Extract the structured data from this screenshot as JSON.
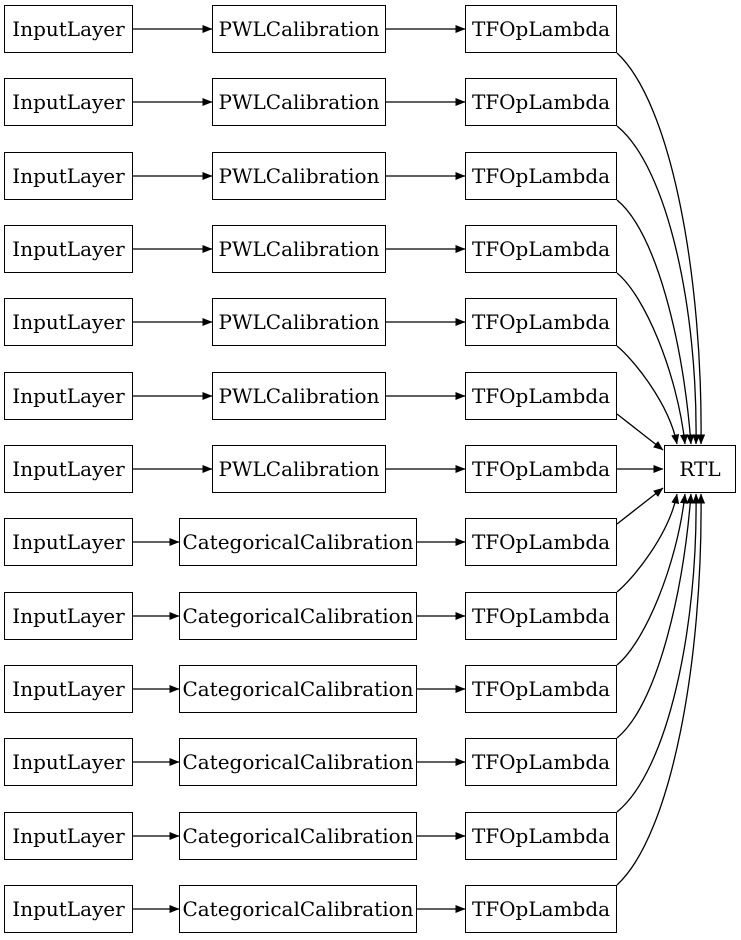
{
  "diagram": {
    "background": "#ffffff",
    "node_border_color": "#000000",
    "node_fill_color": "#ffffff",
    "edge_color": "#000000",
    "flow": [
      "input",
      "calibration",
      "lambda",
      "output"
    ],
    "output": {
      "label": "RTL"
    },
    "rows": [
      {
        "type": "pwl",
        "input": "InputLayer",
        "calibration": "PWLCalibration",
        "lambda": "TFOpLambda"
      },
      {
        "type": "pwl",
        "input": "InputLayer",
        "calibration": "PWLCalibration",
        "lambda": "TFOpLambda"
      },
      {
        "type": "pwl",
        "input": "InputLayer",
        "calibration": "PWLCalibration",
        "lambda": "TFOpLambda"
      },
      {
        "type": "pwl",
        "input": "InputLayer",
        "calibration": "PWLCalibration",
        "lambda": "TFOpLambda"
      },
      {
        "type": "pwl",
        "input": "InputLayer",
        "calibration": "PWLCalibration",
        "lambda": "TFOpLambda"
      },
      {
        "type": "pwl",
        "input": "InputLayer",
        "calibration": "PWLCalibration",
        "lambda": "TFOpLambda"
      },
      {
        "type": "pwl",
        "input": "InputLayer",
        "calibration": "PWLCalibration",
        "lambda": "TFOpLambda"
      },
      {
        "type": "cat",
        "input": "InputLayer",
        "calibration": "CategoricalCalibration",
        "lambda": "TFOpLambda"
      },
      {
        "type": "cat",
        "input": "InputLayer",
        "calibration": "CategoricalCalibration",
        "lambda": "TFOpLambda"
      },
      {
        "type": "cat",
        "input": "InputLayer",
        "calibration": "CategoricalCalibration",
        "lambda": "TFOpLambda"
      },
      {
        "type": "cat",
        "input": "InputLayer",
        "calibration": "CategoricalCalibration",
        "lambda": "TFOpLambda"
      },
      {
        "type": "cat",
        "input": "InputLayer",
        "calibration": "CategoricalCalibration",
        "lambda": "TFOpLambda"
      },
      {
        "type": "cat",
        "input": "InputLayer",
        "calibration": "CategoricalCalibration",
        "lambda": "TFOpLambda"
      }
    ]
  }
}
